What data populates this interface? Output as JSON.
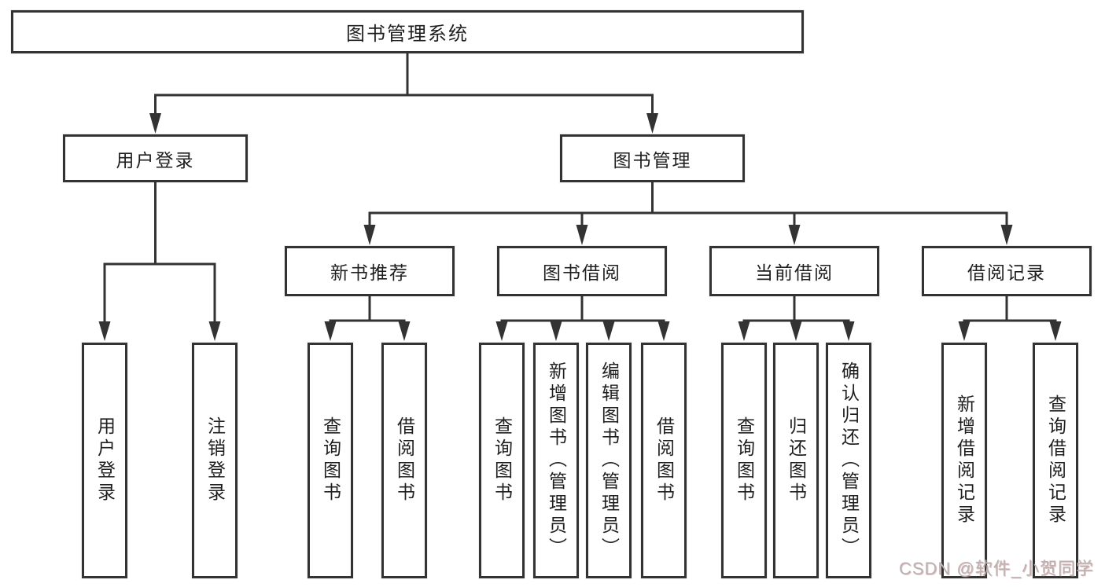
{
  "tree": {
    "root": "图书管理系统",
    "branches": [
      {
        "label": "用户登录",
        "leaves": [
          "用户登录",
          "注销登录"
        ]
      },
      {
        "label": "图书管理",
        "groups": [
          {
            "label": "新书推荐",
            "leaves": [
              "查询图书",
              "借阅图书"
            ]
          },
          {
            "label": "图书借阅",
            "leaves": [
              "查询图书",
              "新增图书（管理员）",
              "编辑图书（管理员）",
              "借阅图书"
            ]
          },
          {
            "label": "当前借阅",
            "leaves": [
              "查询图书",
              "归还图书",
              "确认归还（管理员）"
            ]
          },
          {
            "label": "借阅记录",
            "leaves": [
              "新增借阅记录",
              "查询借阅记录"
            ]
          }
        ]
      }
    ]
  },
  "watermark": {
    "text": "CSDN @软件_小贺同学"
  },
  "colors": {
    "line": "#333333",
    "text": "#1f1f1f",
    "wm": "#b4b4b4"
  }
}
